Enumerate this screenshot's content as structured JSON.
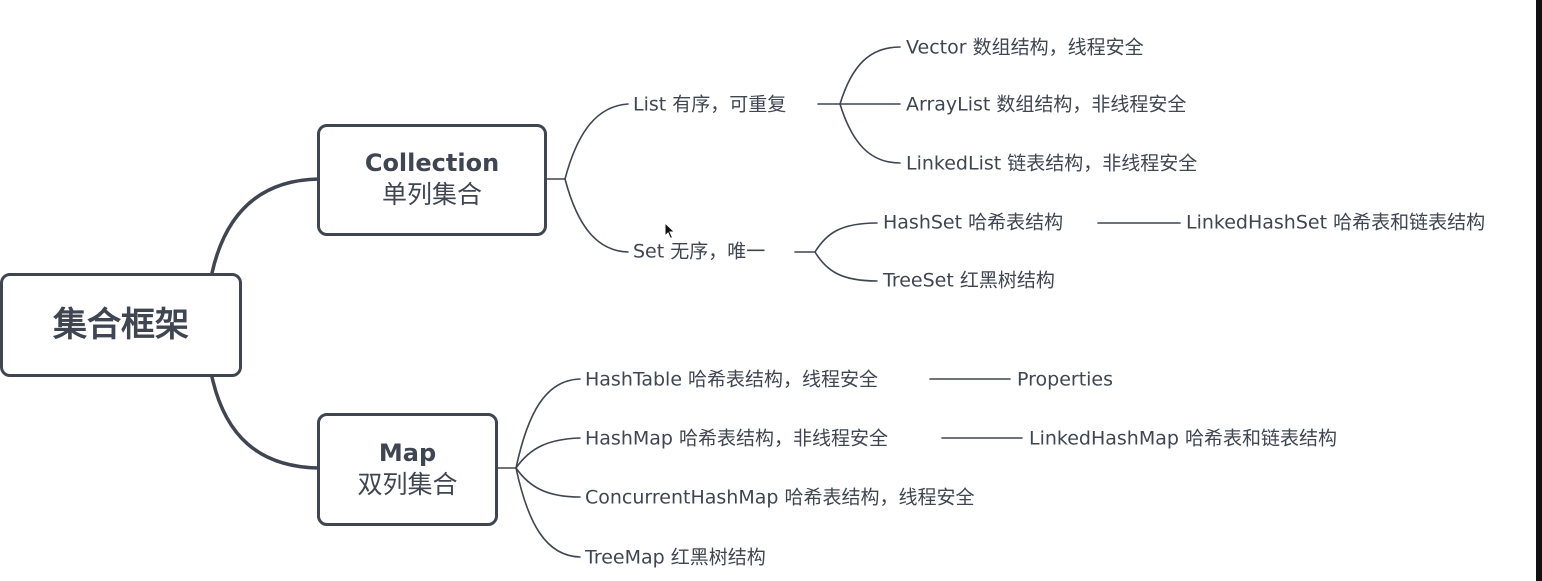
{
  "root": {
    "label": "集合框架"
  },
  "collection": {
    "title": "Collection",
    "subtitle": "单列集合"
  },
  "map": {
    "title": "Map",
    "subtitle": "双列集合"
  },
  "list": {
    "label": "List 有序，可重复",
    "children": [
      "Vector 数组结构，线程安全",
      "ArrayList 数组结构，非线程安全",
      "LinkedList 链表结构，非线程安全"
    ]
  },
  "set": {
    "label": "Set 无序，唯一",
    "hashset": "HashSet 哈希表结构",
    "linkedhashset": "LinkedHashSet 哈希表和链表结构",
    "treeset": "TreeSet 红黑树结构"
  },
  "maps": {
    "hashtable": "HashTable 哈希表结构，线程安全",
    "properties": "Properties",
    "hashmap": "HashMap 哈希表结构，非线程安全",
    "linkedhashmap": "LinkedHashMap 哈希表和链表结构",
    "concurrenthashmap": "ConcurrentHashMap 哈希表结构，线程安全",
    "treemap": "TreeMap 红黑树结构"
  },
  "colors": {
    "line": "#3f4551",
    "text": "#3f4551",
    "edge": "#111111"
  }
}
